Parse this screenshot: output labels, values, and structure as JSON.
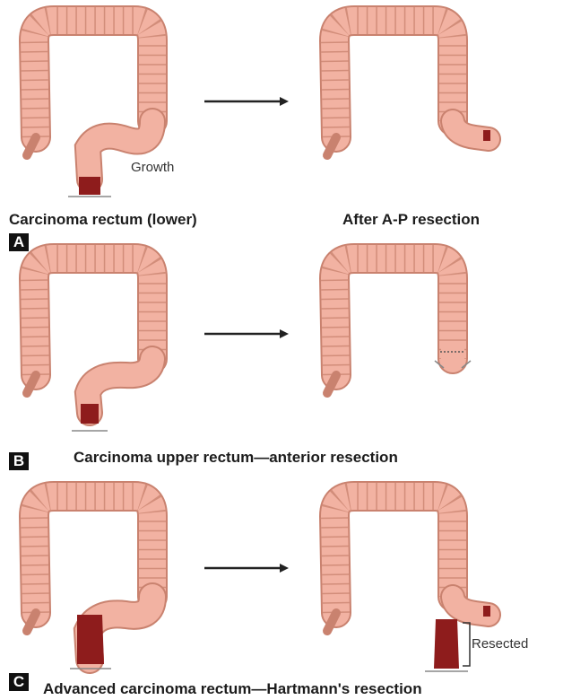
{
  "panels": [
    {
      "letter": "A",
      "left_caption": "Carcinoma rectum (lower)",
      "right_caption": "After A-P resection",
      "annotation": "Growth"
    },
    {
      "letter": "B",
      "caption": "Carcinoma upper rectum—anterior resection"
    },
    {
      "letter": "C",
      "caption": "Advanced carcinoma rectum—Hartmann's resection",
      "annotation": "Resected"
    }
  ],
  "colors": {
    "colon_fill": "#f2b2a2",
    "colon_stroke": "#c9826f",
    "tumor": "#8e1c1c",
    "arrow": "#222222"
  }
}
